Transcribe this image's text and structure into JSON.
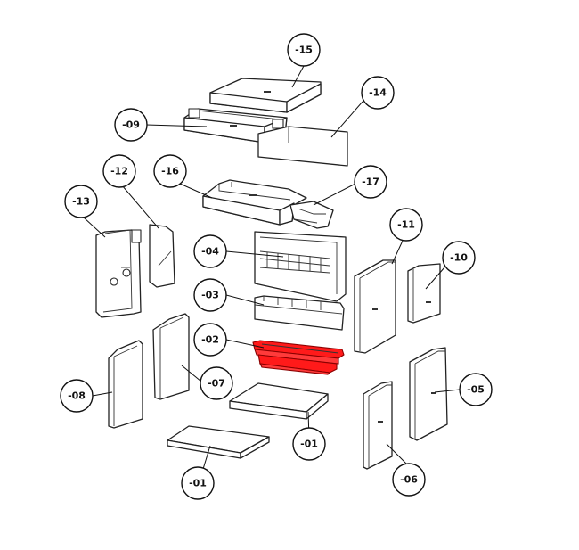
{
  "diagram": {
    "highlight_color": "#ff1a1a",
    "labels": {
      "p15": "-15",
      "p14": "-14",
      "p09": "-09",
      "p12": "-12",
      "p16": "-16",
      "p17": "-17",
      "p13": "-13",
      "p11": "-11",
      "p10": "-10",
      "p04": "-04",
      "p03": "-03",
      "p02": "-02",
      "p08": "-08",
      "p07": "-07",
      "p05": "-05",
      "p01a": "-01",
      "p01b": "-01",
      "p06": "-06"
    }
  }
}
